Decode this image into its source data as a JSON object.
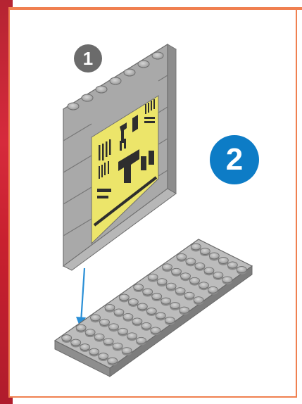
{
  "instruction": {
    "step_1_number": "1",
    "step_2_number": "2"
  },
  "colors": {
    "frame_border": "#f08050",
    "left_strip": "#c8202f",
    "step_1_badge": "#6b6b6b",
    "step_2_badge": "#0d7cc6",
    "brick_gray": "#a9a9a9",
    "poster_yellow": "#ece56a",
    "arrow_blue": "#2a8fd6"
  },
  "parts": {
    "wall_brick_rows": 5,
    "baseplate_studs_across": 6,
    "baseplate_studs_deep": 10
  },
  "icons": [
    "step-1-badge",
    "step-2-badge",
    "placement-arrow-icon"
  ]
}
